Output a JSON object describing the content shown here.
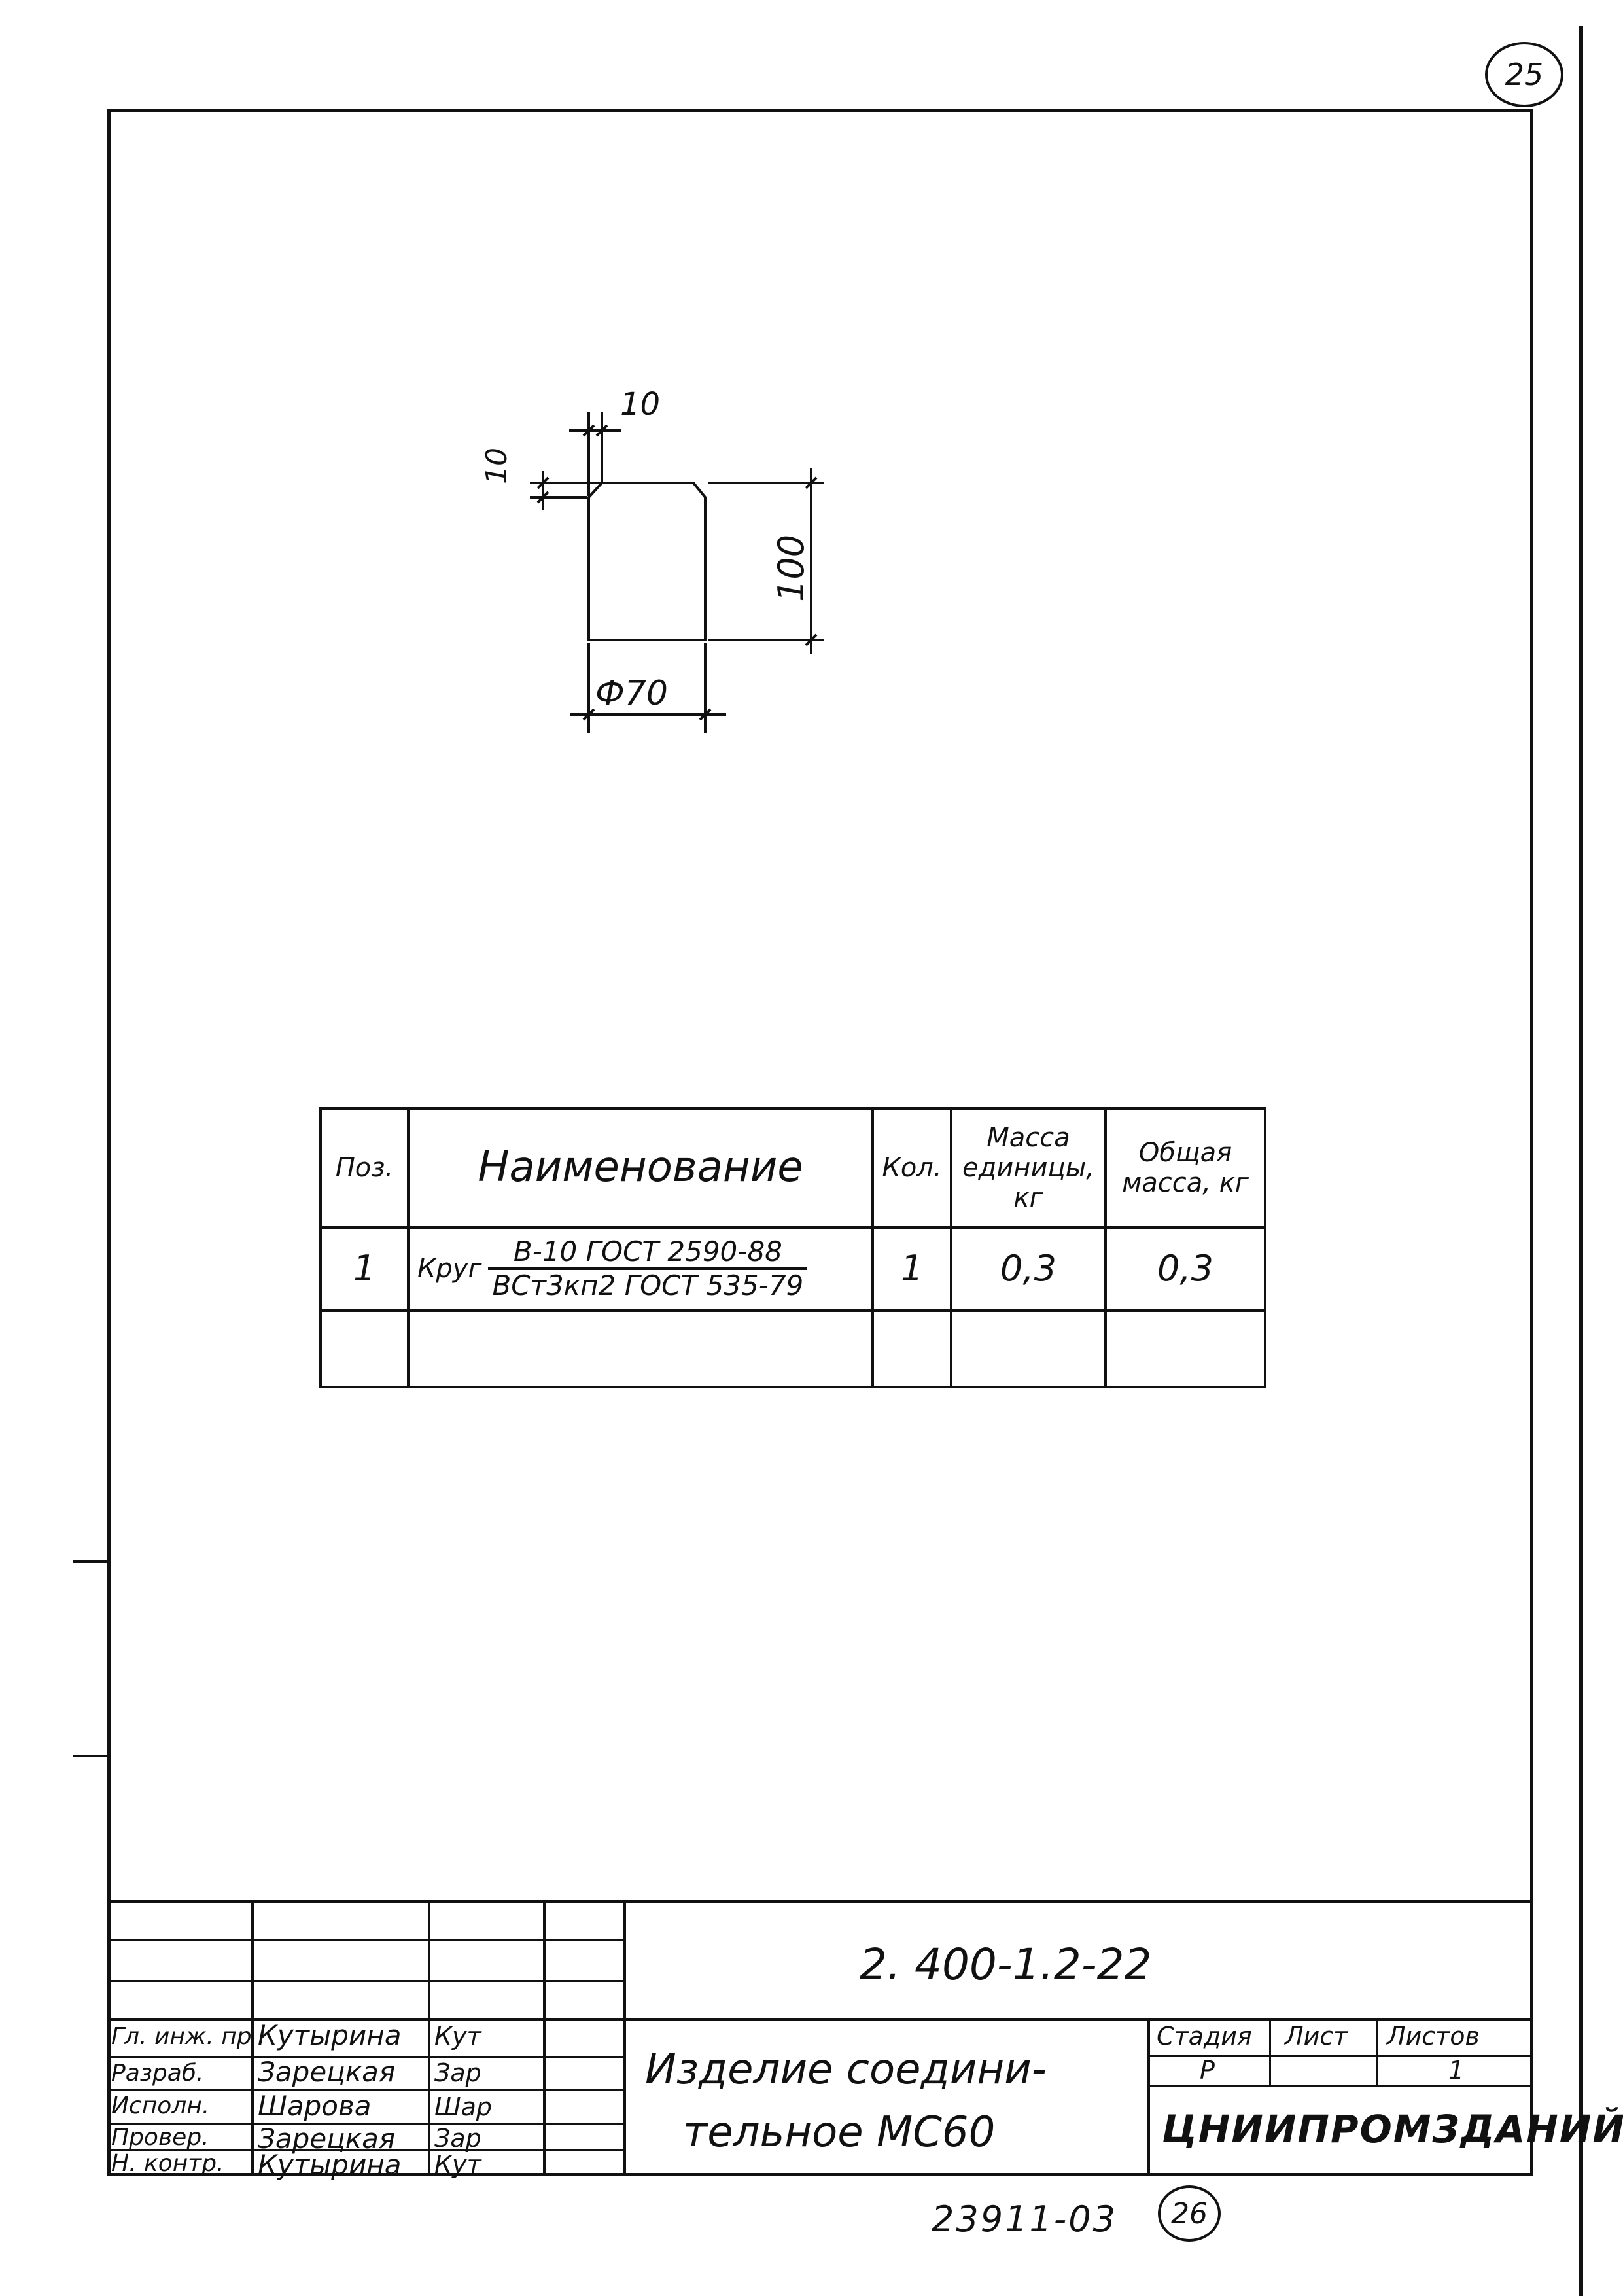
{
  "sheet": {
    "top_page_number": "25",
    "bottom_page_number": "26",
    "bottom_code": "23911-03"
  },
  "drawing": {
    "dim_chamfer_width": "10",
    "dim_chamfer_height": "10",
    "dim_length": "100",
    "dim_diameter": "Ф70"
  },
  "spec_table": {
    "headers": {
      "pos": "Поз.",
      "name": "Наименование",
      "qty": "Кол.",
      "unit_mass": "Масса единицы, кг",
      "total_mass": "Общая масса, кг"
    },
    "rows": [
      {
        "pos": "1",
        "name_prefix": "Круг",
        "name_numerator": "В-10 ГОСТ 2590-88",
        "name_denominator": "ВСт3кп2 ГОСТ 535-79",
        "qty": "1",
        "unit_mass": "0,3",
        "total_mass": "0,3"
      }
    ]
  },
  "title_block": {
    "drawing_number": "2. 400-1.2-22",
    "title_line1": "Изделие соедини-",
    "title_line2": "тельное МС60",
    "stage_label": "Стадия",
    "sheet_label": "Лист",
    "sheets_label": "Листов",
    "stage_value": "Р",
    "sheet_value": "",
    "sheets_value": "1",
    "organization": "ЦНИИПРОМЗДАНИЙ",
    "people": [
      {
        "role": "Гл. инж. пр",
        "name": "Кутырина",
        "sign": "Кут"
      },
      {
        "role": "Разраб.",
        "name": "Зарецкая",
        "sign": "Зар"
      },
      {
        "role": "Исполн.",
        "name": "Шарова",
        "sign": "Шар"
      },
      {
        "role": "Провер.",
        "name": "Зарецкая",
        "sign": "Зар"
      },
      {
        "role": "Н. контр.",
        "name": "Кутырина",
        "sign": "Кут"
      }
    ]
  }
}
